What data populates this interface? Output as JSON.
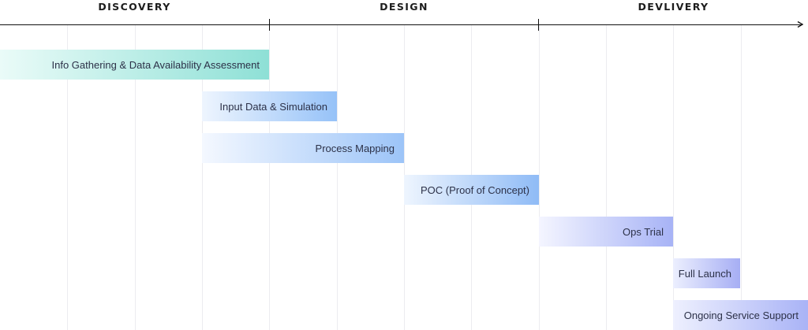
{
  "phases": [
    {
      "label": "DISCOVERY"
    },
    {
      "label": "DESIGN"
    },
    {
      "label": "DEVLIVERY"
    }
  ],
  "tasks": [
    {
      "label": "Info Gathering & Data Availability Assessment",
      "color_from": "#eafbf8",
      "color_to": "#8ee0d6"
    },
    {
      "label": "Input Data & Simulation",
      "color_from": "#eef5fe",
      "color_to": "#96c2f8"
    },
    {
      "label": "Process Mapping",
      "color_from": "#f4f8ff",
      "color_to": "#9cc4f8"
    },
    {
      "label": "POC (Proof of Concept)",
      "color_from": "#eef5fe",
      "color_to": "#8fbbf6"
    },
    {
      "label": "Ops Trial",
      "color_from": "#f4f5ff",
      "color_to": "#a7b3f6"
    },
    {
      "label": "Full Launch",
      "color_from": "#eceffe",
      "color_to": "#a6aef4"
    },
    {
      "label": "Ongoing Service Support",
      "color_from": "#eef0fe",
      "color_to": "#a9b3f6"
    }
  ]
}
